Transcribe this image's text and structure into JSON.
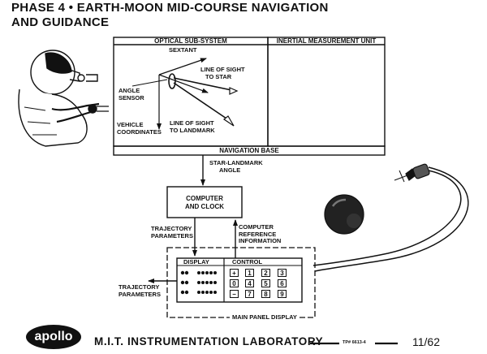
{
  "title": {
    "line1": "PHASE 4 • EARTH-MOON MID-COURSE NAVIGATION",
    "line2": "AND GUIDANCE"
  },
  "optical": {
    "header": "OPTICAL SUB-SYSTEM",
    "sextant": "SEXTANT",
    "angle_sensor": [
      "ANGLE",
      "SENSOR"
    ],
    "vehicle_coordinates": [
      "VEHICLE",
      "COORDINATES"
    ],
    "los_star": [
      "LINE OF SIGHT",
      "TO STAR"
    ],
    "los_landmark": [
      "LINE OF SIGHT",
      "TO LANDMARK"
    ]
  },
  "imu": {
    "header": "INERTIAL MEASUREMENT UNIT"
  },
  "nav_base": "NAVIGATION BASE",
  "star_landmark": [
    "STAR-LANDMARK",
    "ANGLE"
  ],
  "computer": [
    "COMPUTER",
    "AND CLOCK"
  ],
  "trajectory_params": [
    "TRAJECTORY",
    "PARAMETERS"
  ],
  "computer_ref": [
    "COMPUTER",
    "REFERENCE",
    "INFORMATION"
  ],
  "panel": {
    "display": "DISPLAY",
    "control": "CONTROL",
    "label": "MAIN PANEL DISPLAY",
    "keys": [
      "+",
      "1",
      "2",
      "3",
      "0",
      "4",
      "5",
      "6",
      "−",
      "7",
      "8",
      "9"
    ]
  },
  "trajectory_out": [
    "TRAJECTORY",
    "PARAMETERS"
  ],
  "footer": {
    "logo": "apollo",
    "org": "M.I.T. INSTRUMENTATION LABORATORY",
    "ref": "TP# 6613-4",
    "date": "11/62"
  }
}
